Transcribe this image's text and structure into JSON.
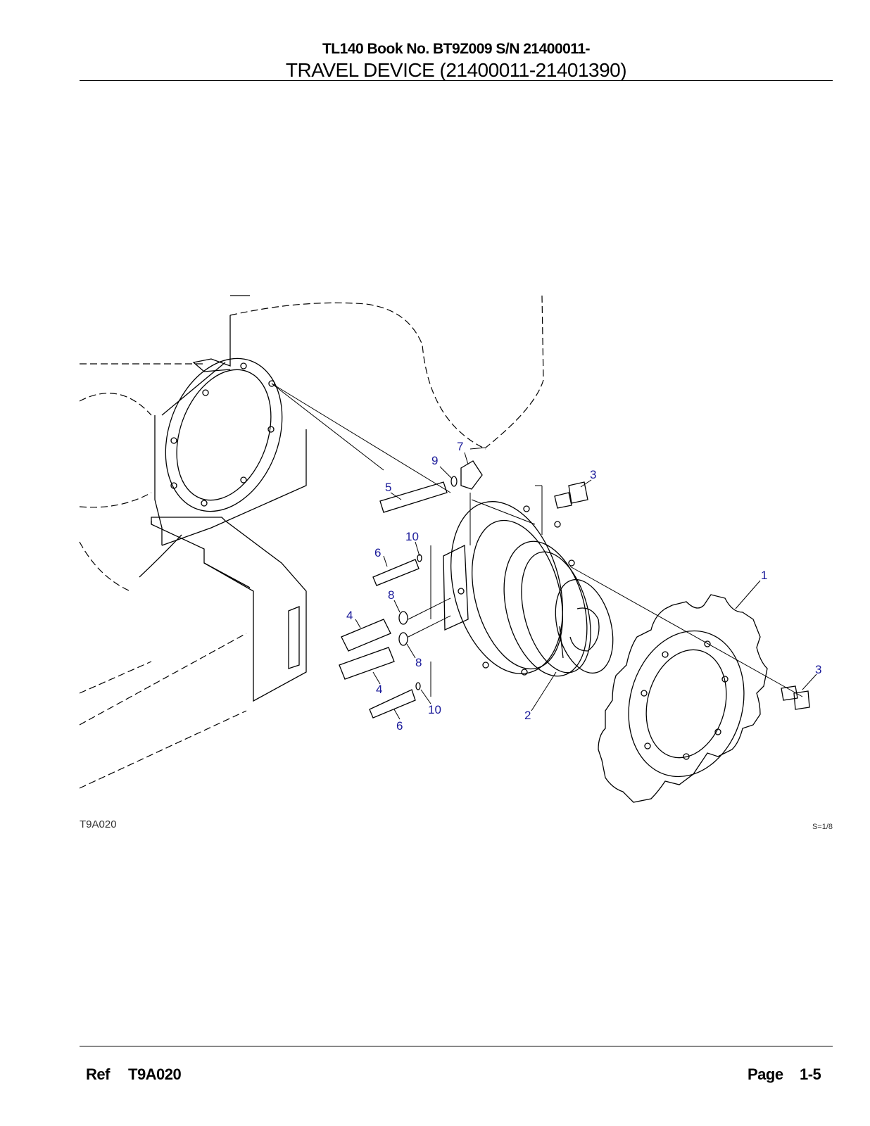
{
  "header": {
    "line1": "TL140  Book No. BT9Z009  S/N 21400011-",
    "line2": "TRAVEL DEVICE (21400011-21401390)"
  },
  "drawing": {
    "figure_id": "T9A020",
    "scale": "S=1/8",
    "callouts": {
      "sprocket": "1",
      "travel_motor": "2",
      "bolt_upper": "3",
      "bolt_lower": "3",
      "hose_fitting_upper": "4",
      "hose_fitting_lower": "4",
      "long_fitting": "5",
      "fitting_upper": "6",
      "fitting_lower": "6",
      "elbow": "7",
      "oring_upper": "8",
      "oring_lower": "8",
      "oring_small_9": "9",
      "oring_small_upper": "10",
      "oring_small_lower": "10"
    }
  },
  "footer": {
    "ref_label": "Ref",
    "ref_value": "T9A020",
    "page_label": "Page",
    "page_value": "1-5"
  }
}
